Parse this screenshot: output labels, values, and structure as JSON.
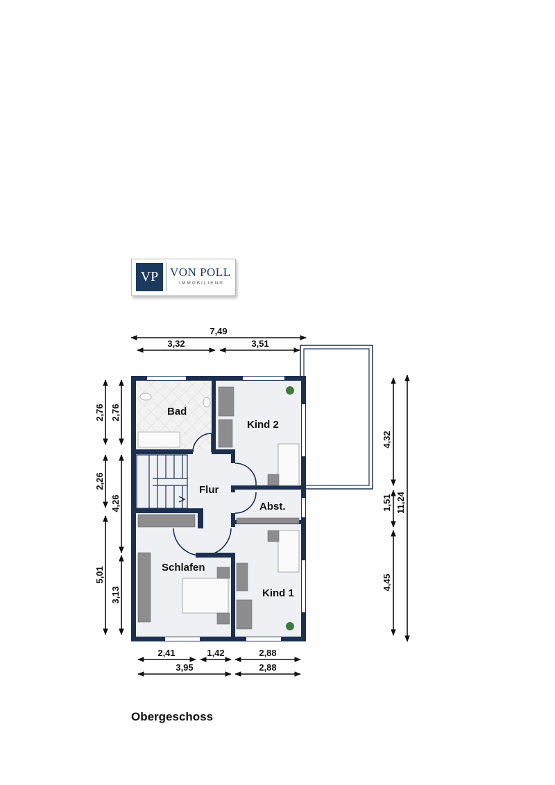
{
  "logo": {
    "mark": "VP",
    "name": "VON POLL",
    "sub": "IMMOBILIEN®"
  },
  "floor_title": "Obergeschoss",
  "rooms": {
    "bad": "Bad",
    "kind2": "Kind 2",
    "flur": "Flur",
    "abst": "Abst.",
    "schlafen": "Schlafen",
    "kind1": "Kind 1"
  },
  "dimensions": {
    "top_total": "7,49",
    "top_left": "3,32",
    "top_right": "3,51",
    "left_outer": [
      "2,76",
      "2,26",
      "5,01"
    ],
    "left_inner": [
      "2,76",
      "4,26",
      "3,13"
    ],
    "right_inner": [
      "4,32",
      "1,51",
      "4,45"
    ],
    "right_total": "11,24",
    "bottom_row1": [
      "2,41",
      "1,42",
      "2,88"
    ],
    "bottom_row2": [
      "3,95",
      "2,88"
    ]
  },
  "colors": {
    "wall": "#1c2f4e",
    "floor": "#eef0f4",
    "brand": "#1c3a5e"
  }
}
